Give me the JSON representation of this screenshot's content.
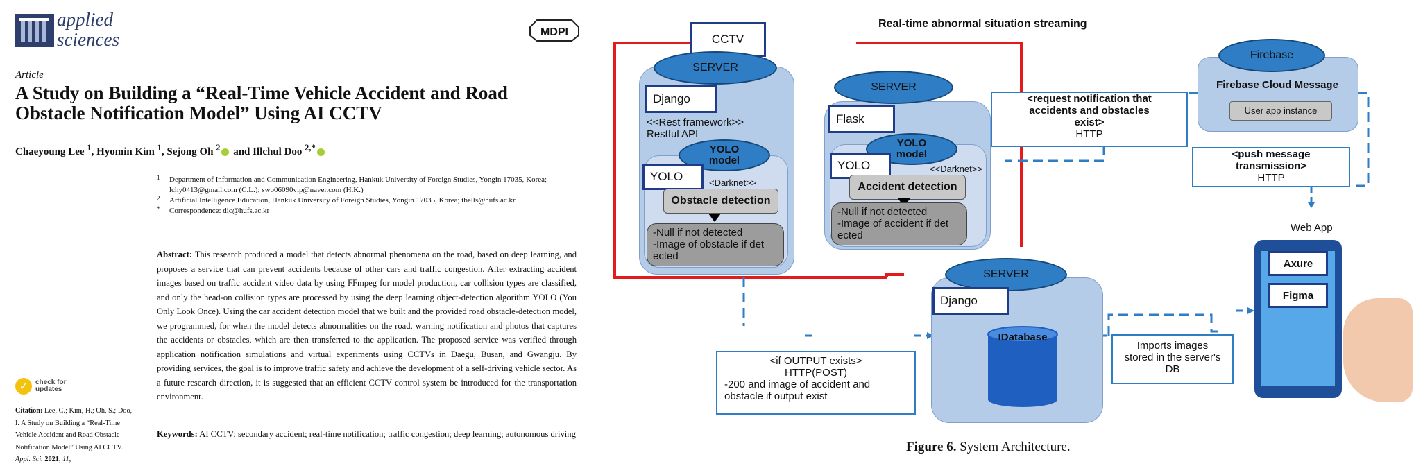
{
  "journal": {
    "name_line1": "applied",
    "name_line2": "sciences",
    "publisher": "MDPI"
  },
  "article": {
    "type": "Article",
    "title": "A Study on Building a “Real-Time Vehicle Accident and Road Obstacle Notification Model” Using AI CCTV",
    "authors": [
      {
        "name": "Chaeyoung Lee",
        "sup": "1",
        "sep": ", "
      },
      {
        "name": "Hyomin Kim",
        "sup": "1",
        "sep": ", "
      },
      {
        "name": "Sejong Oh",
        "sup": "2",
        "sep": " and "
      },
      {
        "name": "Illchul Doo",
        "sup": "2,*",
        "sep": ""
      }
    ],
    "affiliations": [
      {
        "num": "1",
        "text": "Department of Information and Communication Engineering, Hankuk University of Foreign Studies, Yongin 17035, Korea; lchy0413@gmail.com (C.L.); swo06090vip@naver.com (H.K.)"
      },
      {
        "num": "2",
        "text": "Artificial Intelligence Education, Hankuk University of Foreign Studies, Yongin 17035, Korea; tbells@hufs.ac.kr"
      },
      {
        "num": "*",
        "text": "Correspondence: dic@hufs.ac.kr"
      }
    ],
    "abstract_label": "Abstract:",
    "abstract": "This research produced a model that detects abnormal phenomena on the road, based on deep learning, and proposes a service that can prevent accidents because of other cars and traffic congestion. After extracting accident images based on traffic accident video data by using FFmpeg for model production, car collision types are classified, and only the head-on collision types are processed by using the deep learning object-detection algorithm YOLO (You Only Look Once). Using the car accident detection model that we built and the provided road obstacle-detection model, we programmed, for when the model detects abnormalities on the road, warning notification and photos that captures the accidents or obstacles, which are then transferred to the application. The proposed service was verified through application notification simulations and virtual experiments using CCTVs in Daegu, Busan, and Gwangju. By providing services, the goal is to improve traffic safety and achieve the development of a self-driving vehicle sector. As a future research direction, it is suggested that an efficient CCTV control system be introduced for the transportation environment.",
    "keywords_label": "Keywords:",
    "keywords": "AI CCTV; secondary accident; real-time notification; traffic congestion; deep learning; autonomous driving",
    "check_updates": {
      "line1": "check for",
      "line2": "updates"
    },
    "citation": {
      "label": "Citation:",
      "text_before_italic": "Lee, C.; Kim, H.; Oh, S.; Doo, I. A Study on Building a “Real-Time Vehicle Accident and Road Obstacle Notification Model” Using AI CCTV.",
      "journal": "Appl. Sci.",
      "year": "2021",
      "volume": "11,"
    }
  },
  "figure": {
    "header": "Real-time abnormal situation streaming",
    "caption_label": "Figure 6.",
    "caption_text": "System Architecture.",
    "cctv": "CCTV",
    "server1": {
      "label": "SERVER",
      "framework": "Django",
      "rest_line1": "<<Rest framework>>",
      "rest_line2": "Restful API",
      "model_line1": "YOLO",
      "model_line2": "model",
      "yolo": "YOLO",
      "darknet": "<Darknet>>",
      "detection": "Obstacle detection",
      "result_line1": "-Null  if not detected",
      "result_line2": "-Image of obstacle if det",
      "result_line3": "ected"
    },
    "server2": {
      "label": "SERVER",
      "framework": "Flask",
      "model_line1": "YOLO",
      "model_line2": "model",
      "yolo": "YOLO",
      "darknet": "<<Darknet>>",
      "detection": "Accident detection",
      "result_line1": "-Null  if not detected",
      "result_line2": "-Image of accident if det",
      "result_line3": "ected"
    },
    "server3": {
      "label": "SERVER",
      "framework": "Django",
      "db": "IDatabase"
    },
    "request_note": {
      "line1": "<request notification that",
      "line2": "accidents and obstacles",
      "line3": "exist>",
      "line4": "HTTP"
    },
    "firebase": {
      "label": "Firebase",
      "service": "Firebase Cloud Message",
      "instance": "User app instance"
    },
    "push_note": {
      "line1": "<push message",
      "line2": "transmission>",
      "line3": "HTTP"
    },
    "webapp": {
      "label": "Web App",
      "btn1": "Axure",
      "btn2": "Figma"
    },
    "output_note": {
      "line1": "<if OUTPUT  exists>",
      "line2": "HTTP(POST)",
      "line3": "-200 and image of accident and",
      "line4": "obstacle if output exist"
    },
    "imports_note": {
      "line1": "Imports images",
      "line2": "stored in the server's",
      "line3": "DB"
    },
    "colors": {
      "red_frame": "#e41b1b",
      "dash_blue": "#2f7dc4",
      "server_blue": "#2f7dc4",
      "navy": "#1f3c88"
    }
  }
}
